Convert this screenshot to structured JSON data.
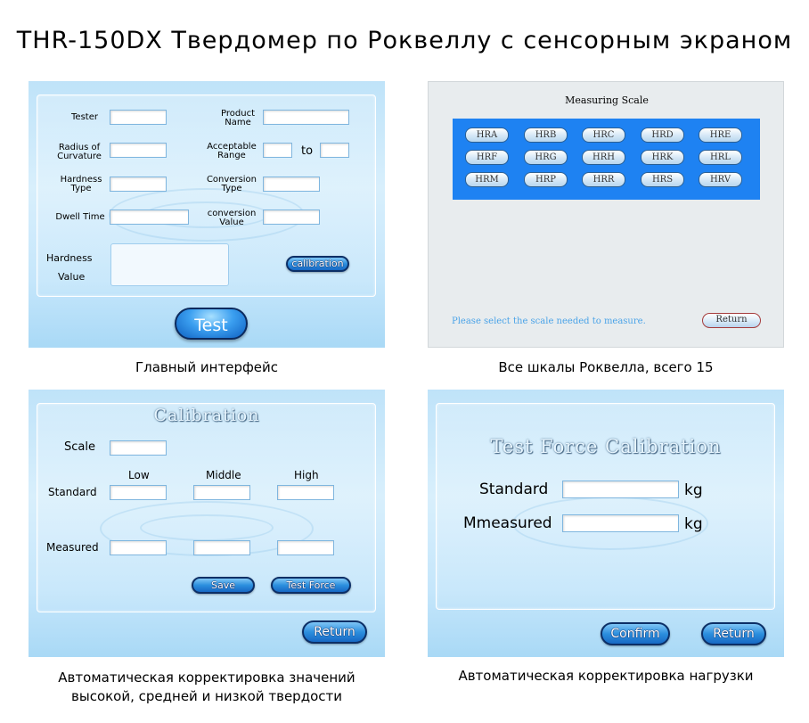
{
  "page_title": "THR-150DX Твердомер по Роквеллу  с сенсорным экраном",
  "main_screen": {
    "fields": {
      "tester": "Tester",
      "product_name_1": "Product",
      "product_name_2": "Name",
      "radius_1": "Radius of",
      "radius_2": "Curvature",
      "acceptable_1": "Acceptable",
      "acceptable_2": "Range",
      "to": "to",
      "hardness_type_1": "Hardness",
      "hardness_type_2": "Type",
      "conversion_type_1": "Conversion",
      "conversion_type_2": "Type",
      "dwell_time": "Dwell Time",
      "conversion_value_1": "conversion",
      "conversion_value_2": "Value",
      "hardness_value_1": "Hardness",
      "hardness_value_2": "Value"
    },
    "calibration_button": "calibration",
    "test_button": "Test",
    "caption": "Главный интерфейс"
  },
  "scale_screen": {
    "title": "Measuring Scale",
    "scales": [
      "HRA",
      "HRB",
      "HRC",
      "HRD",
      "HRE",
      "HRF",
      "HRG",
      "HRH",
      "HRK",
      "HRL",
      "HRM",
      "HRP",
      "HRR",
      "HRS",
      "HRV"
    ],
    "hint": "Please select the scale needed to measure.",
    "return_button": "Return",
    "caption": "Все шкалы Роквелла, всего 15"
  },
  "calibration_screen": {
    "title": "Calibration",
    "scale_label": "Scale",
    "low": "Low",
    "middle": "Middle",
    "high": "High",
    "standard_label": "Standard",
    "measured_label": "Measured",
    "save_button": "Save",
    "test_force_button": "Test Force",
    "return_button": "Return",
    "caption_line1": "Автоматическая корректировка значений",
    "caption_line2": "высокой, средней и низкой твердости"
  },
  "force_screen": {
    "title": "Test Force Calibration",
    "standard_label": "Standard",
    "measured_label": "Mmeasured",
    "unit": "kg",
    "confirm_button": "Confirm",
    "return_button": "Return",
    "caption": "Автоматическая корректировка нагрузки"
  }
}
